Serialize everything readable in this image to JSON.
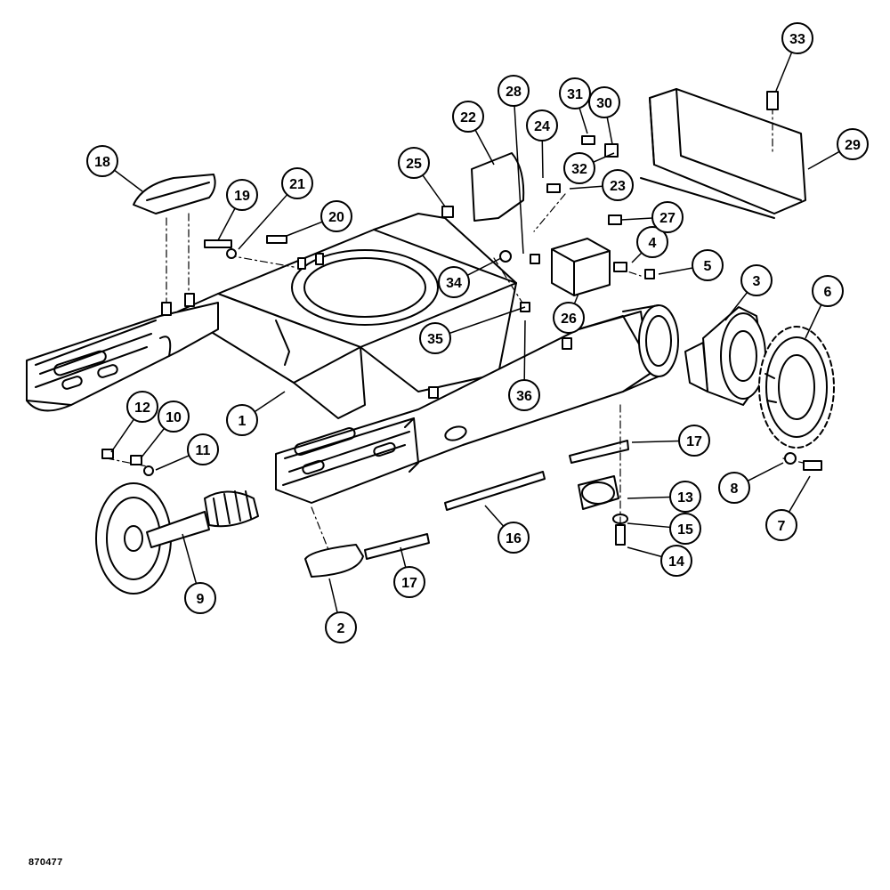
{
  "figure_code": "870477",
  "callouts": [
    {
      "id": "c1",
      "label": "1"
    },
    {
      "id": "c2",
      "label": "2"
    },
    {
      "id": "c3",
      "label": "3"
    },
    {
      "id": "c4",
      "label": "4"
    },
    {
      "id": "c5",
      "label": "5"
    },
    {
      "id": "c6",
      "label": "6"
    },
    {
      "id": "c7",
      "label": "7"
    },
    {
      "id": "c8",
      "label": "8"
    },
    {
      "id": "c9",
      "label": "9"
    },
    {
      "id": "c10",
      "label": "10"
    },
    {
      "id": "c11",
      "label": "11"
    },
    {
      "id": "c12",
      "label": "12"
    },
    {
      "id": "c13",
      "label": "13"
    },
    {
      "id": "c14",
      "label": "14"
    },
    {
      "id": "c15",
      "label": "15"
    },
    {
      "id": "c16",
      "label": "16"
    },
    {
      "id": "c17a",
      "label": "17"
    },
    {
      "id": "c17b",
      "label": "17"
    },
    {
      "id": "c18",
      "label": "18"
    },
    {
      "id": "c19",
      "label": "19"
    },
    {
      "id": "c20",
      "label": "20"
    },
    {
      "id": "c21",
      "label": "21"
    },
    {
      "id": "c22",
      "label": "22"
    },
    {
      "id": "c23",
      "label": "23"
    },
    {
      "id": "c24",
      "label": "24"
    },
    {
      "id": "c25",
      "label": "25"
    },
    {
      "id": "c26",
      "label": "26"
    },
    {
      "id": "c27",
      "label": "27"
    },
    {
      "id": "c28",
      "label": "28"
    },
    {
      "id": "c29",
      "label": "29"
    },
    {
      "id": "c30",
      "label": "30"
    },
    {
      "id": "c31",
      "label": "31"
    },
    {
      "id": "c32",
      "label": "32"
    },
    {
      "id": "c33",
      "label": "33"
    },
    {
      "id": "c34",
      "label": "34"
    },
    {
      "id": "c35",
      "label": "35"
    },
    {
      "id": "c36",
      "label": "36"
    }
  ],
  "colors": {
    "ink": "#000000",
    "paper": "#ffffff"
  }
}
